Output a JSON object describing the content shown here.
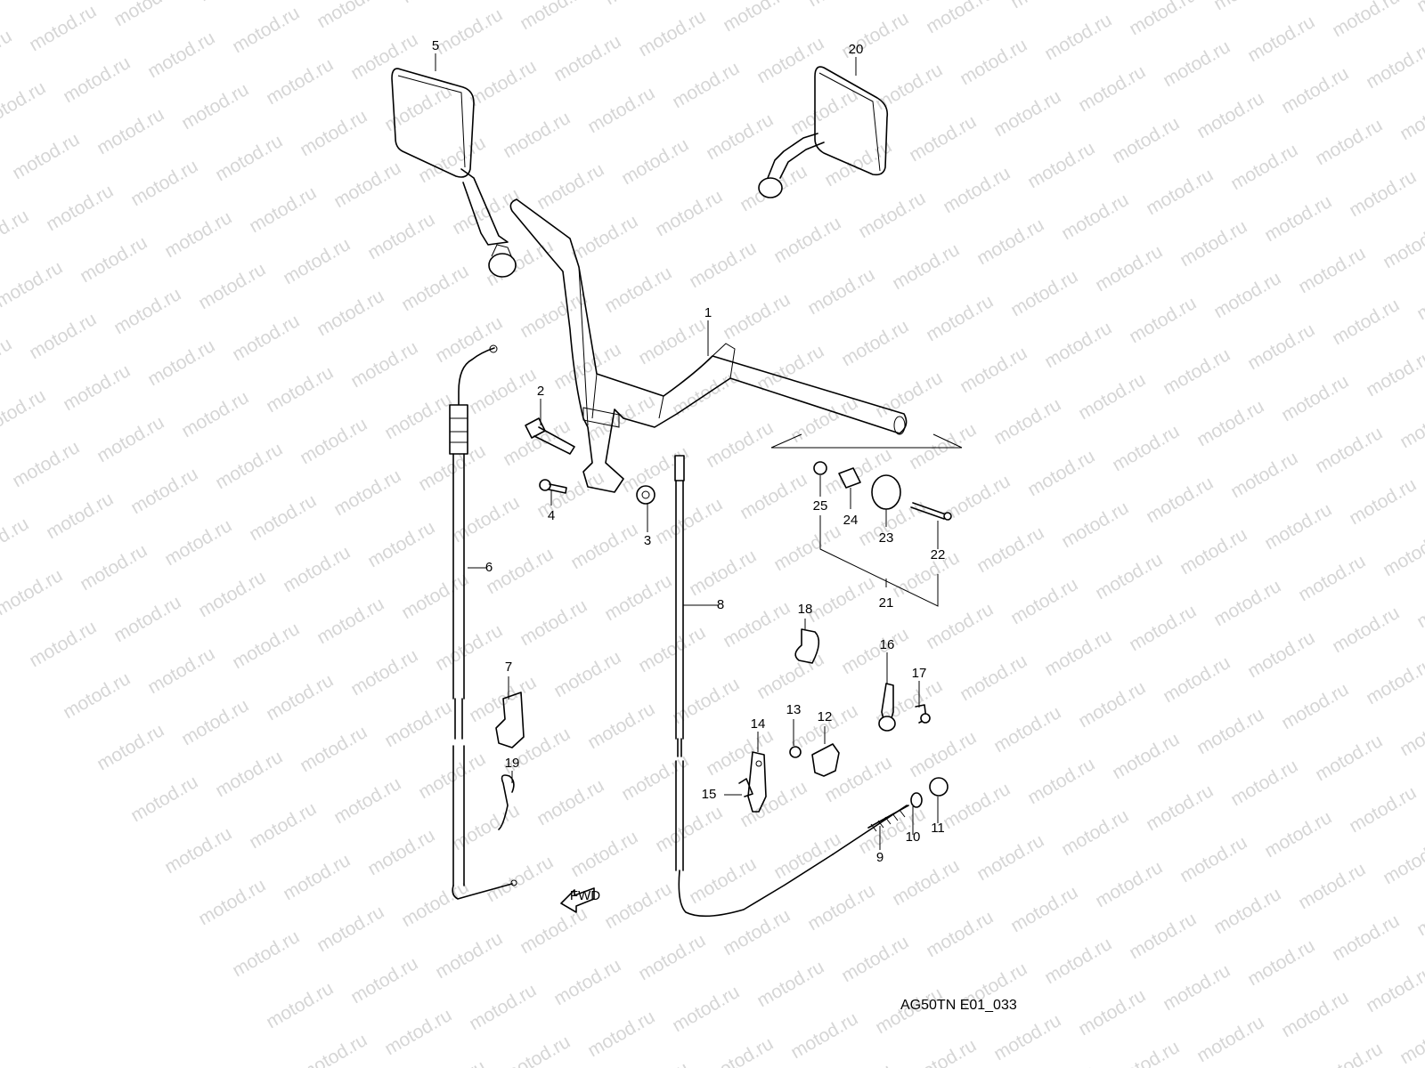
{
  "diagram": {
    "figure_ref": "AG50TN E01_033",
    "watermark": "motod.ru",
    "direction_arrow": "FWD",
    "callouts": [
      "1",
      "2",
      "3",
      "4",
      "5",
      "6",
      "7",
      "8",
      "9",
      "10",
      "11",
      "12",
      "13",
      "14",
      "15",
      "16",
      "17",
      "18",
      "19",
      "20",
      "21",
      "22",
      "23",
      "24",
      "25"
    ]
  }
}
